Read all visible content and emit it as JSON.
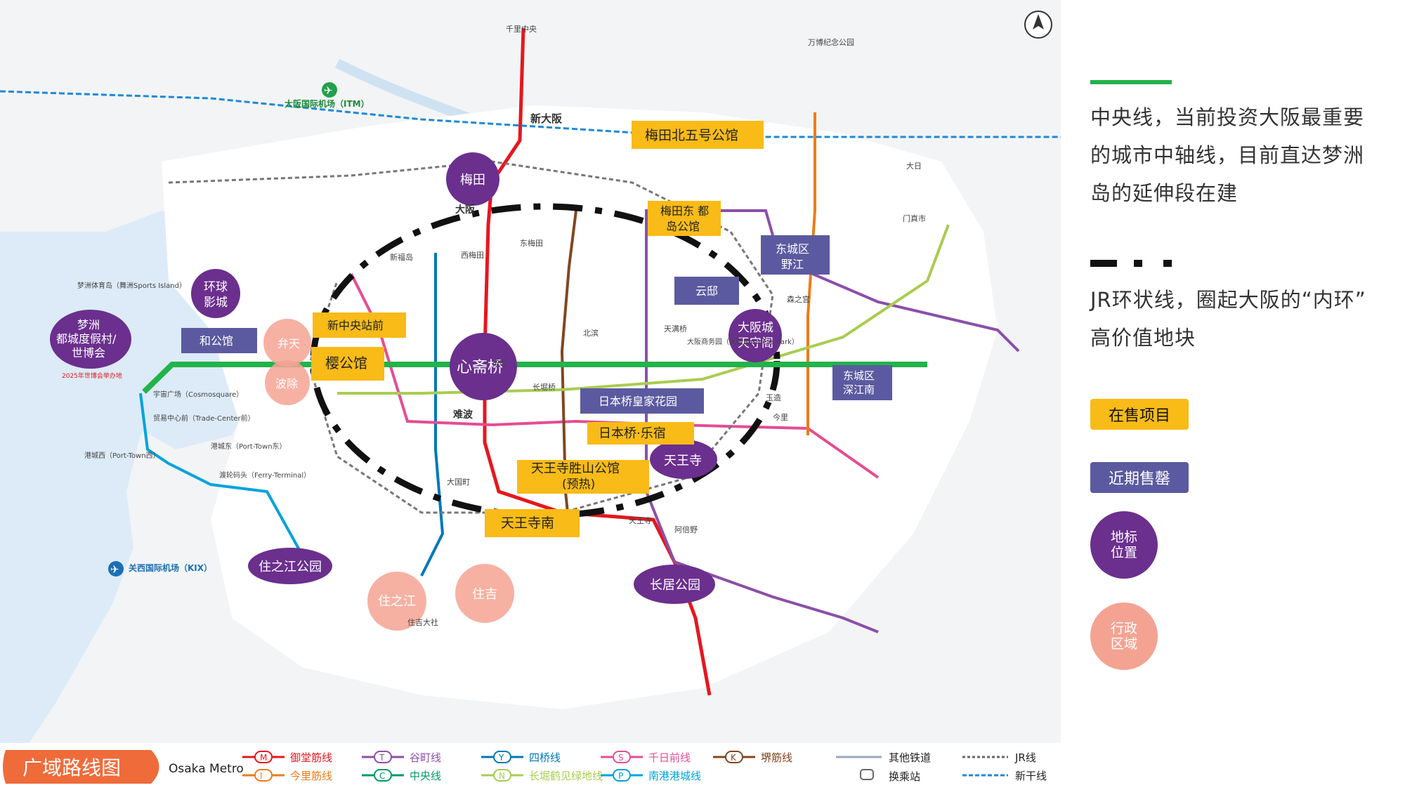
{
  "map": {
    "labels_yellow": [
      {
        "text": "梅田北五号公馆"
      },
      {
        "text": "梅田东 都"
      },
      {
        "text": "岛公馆"
      },
      {
        "text": "新中央站前"
      },
      {
        "text": "樱公馆"
      },
      {
        "text": "日本桥·乐宿"
      },
      {
        "text": "天王寺胜山公馆"
      },
      {
        "text": "(预热)"
      },
      {
        "text": "天王寺南"
      }
    ],
    "labels_blue": [
      {
        "text": "东城区"
      },
      {
        "text": "野江"
      },
      {
        "text": "云邸"
      },
      {
        "text": "和公馆"
      },
      {
        "text": "日本桥皇家花园"
      },
      {
        "text": "东城区"
      },
      {
        "text": "深江南"
      }
    ],
    "landmarks": [
      {
        "text": "梅田"
      },
      {
        "text": "心斋桥"
      },
      {
        "text": "环球"
      },
      {
        "text": "影城"
      },
      {
        "text": "梦洲"
      },
      {
        "text": "都城度假村/"
      },
      {
        "text": "世博会"
      },
      {
        "text": "大阪城"
      },
      {
        "text": "天守阁"
      },
      {
        "text": "天王寺"
      },
      {
        "text": "长居公园"
      },
      {
        "text": "住之江公园"
      }
    ],
    "wards": [
      {
        "text": "弁天"
      },
      {
        "text": "波除"
      },
      {
        "text": "住之江"
      },
      {
        "text": "住吉"
      }
    ],
    "stations": [
      {
        "text": "新大阪"
      },
      {
        "text": "大阪"
      },
      {
        "text": "难波"
      },
      {
        "text": "千里中央"
      },
      {
        "text": "大阪国际机场（ITM）"
      },
      {
        "text": "关西国际机场（KIX）"
      },
      {
        "text": "宇宙广场（Cosmosquare）"
      },
      {
        "text": "贸易中心前（Trade-Center前）"
      },
      {
        "text": "港城东（Port-Town东）"
      },
      {
        "text": "港城西（Port-Town西）"
      },
      {
        "text": "渡轮码头（Ferry-Terminal）"
      },
      {
        "text": "梦洲体育岛（舞洲Sports Island）"
      },
      {
        "text": "2025年世博会举办地"
      },
      {
        "text": "大阪商务园（大阪Business Park）"
      },
      {
        "text": "东梅田"
      },
      {
        "text": "北滨"
      },
      {
        "text": "天满桥"
      },
      {
        "text": "森之宫"
      },
      {
        "text": "玉造"
      },
      {
        "text": "长堀桥"
      },
      {
        "text": "天王寺"
      },
      {
        "text": "阿倍野"
      },
      {
        "text": "大国町"
      },
      {
        "text": "西梅田"
      },
      {
        "text": "本町"
      },
      {
        "text": "新福岛"
      },
      {
        "text": "万博纪念公园"
      },
      {
        "text": "门真市"
      },
      {
        "text": "住吉大社"
      },
      {
        "text": "今里"
      },
      {
        "text": "大日"
      }
    ]
  },
  "legend": {
    "title": "广域路线图",
    "metro_label": "Osaka Metro",
    "lines": [
      {
        "code": "M",
        "name": "御堂筋线",
        "color": "#e5171f"
      },
      {
        "code": "T",
        "name": "谷町线",
        "color": "#8b4fa8"
      },
      {
        "code": "Y",
        "name": "四桥线",
        "color": "#0078ba"
      },
      {
        "code": "S",
        "name": "千日前线",
        "color": "#e44d93"
      },
      {
        "code": "K",
        "name": "堺筋线",
        "color": "#814721"
      },
      {
        "code": "I",
        "name": "今里筋线",
        "color": "#ee7b1a"
      },
      {
        "code": "C",
        "name": "中央线",
        "color": "#019a66"
      },
      {
        "code": "N",
        "name": "长堀鹤见绿地线",
        "color": "#a9cc51"
      },
      {
        "code": "P",
        "name": "南港港城线",
        "color": "#00a3d9"
      }
    ],
    "other_rail": "其他铁道",
    "transfer": "换乘站",
    "jr": "JR线",
    "shinkansen": "新干线"
  },
  "panel": {
    "text1_lines": [
      "中央线，当前投资大阪最重要",
      "的城市中轴线，目前直达梦洲",
      "岛的延伸段在建"
    ],
    "text2_lines": [
      "JR环状线，圈起大阪的“内环”",
      "高价值地块"
    ],
    "tag_sale": "在售项目",
    "tag_soldout": "近期售罄",
    "circle_landmark_lines": [
      "地标",
      "位置"
    ],
    "circle_ward_lines": [
      "行政",
      "区域"
    ],
    "colors": {
      "central_line": "#22b34a",
      "sale": "#f8bb17",
      "soldout": "#5b5aa0",
      "landmark": "#6b2f8e",
      "ward": "#f4a393"
    }
  }
}
